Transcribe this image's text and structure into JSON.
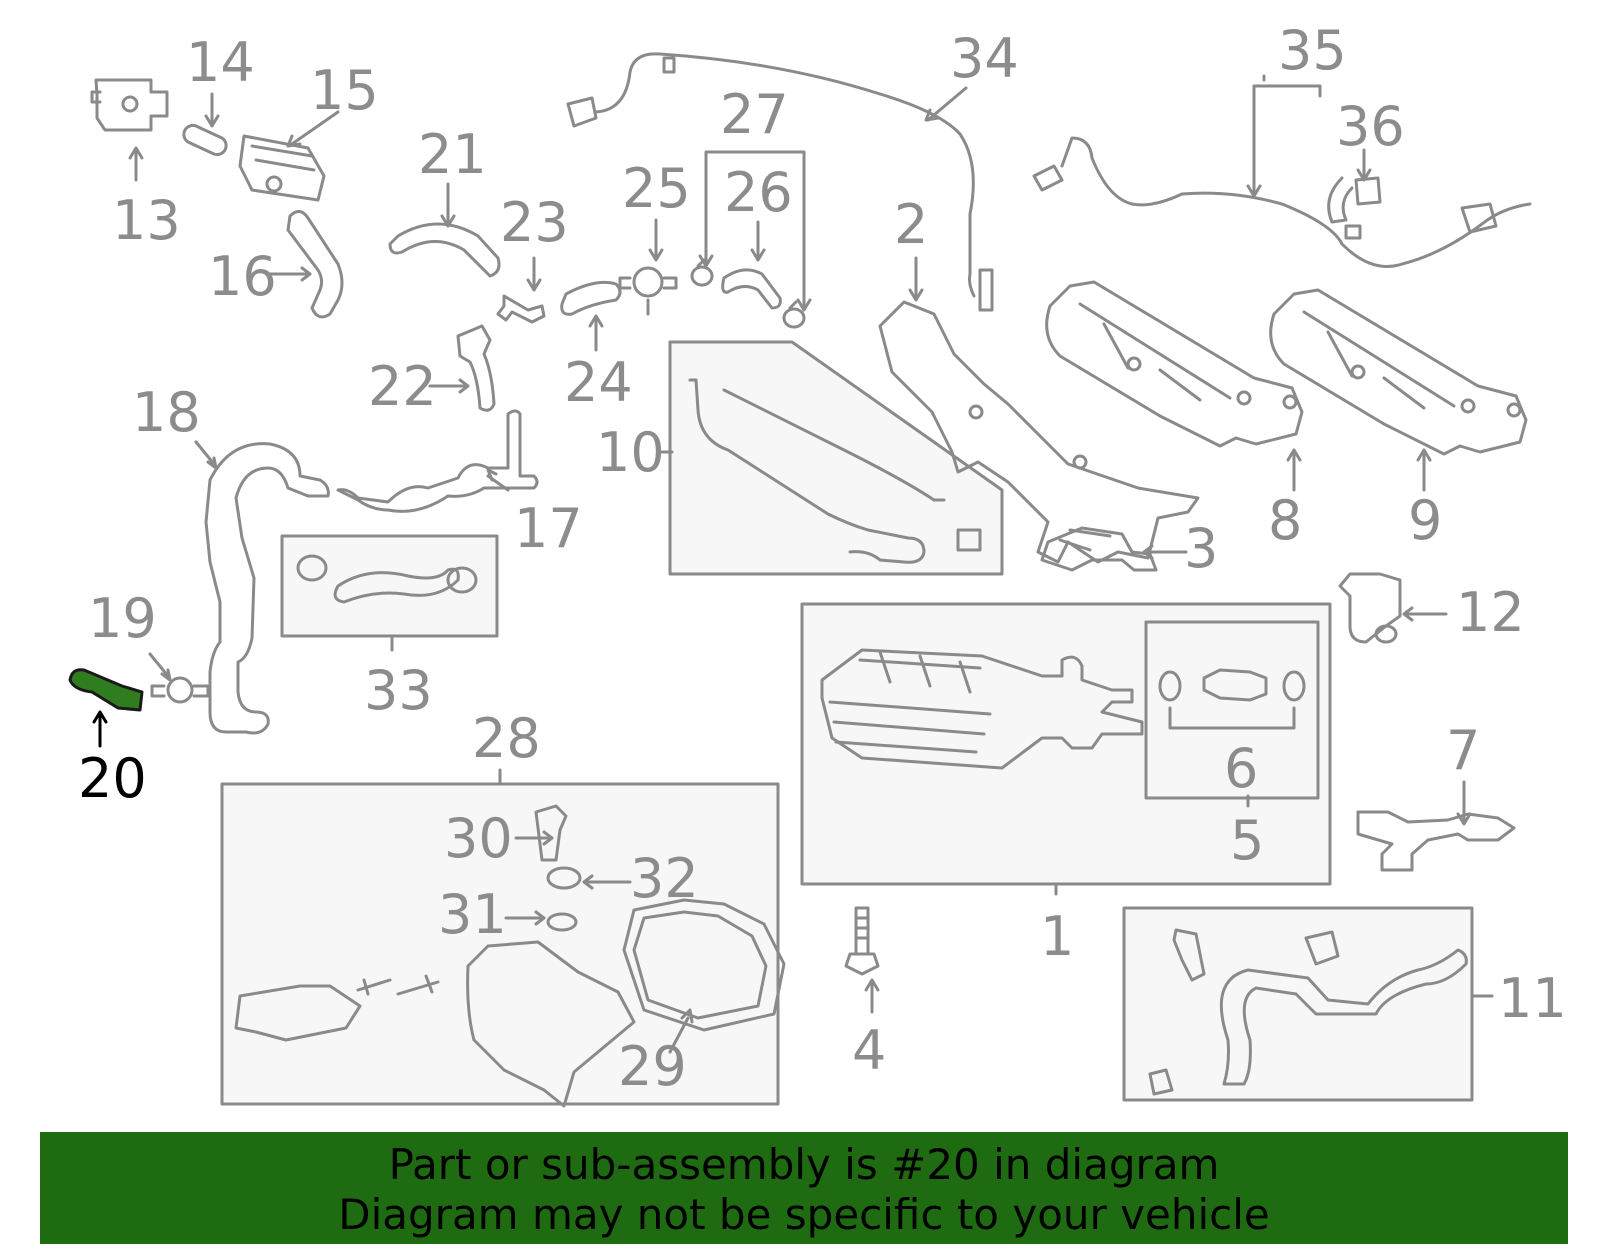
{
  "diagram": {
    "highlighted_part": "20",
    "colors": {
      "line": "#8a8a8a",
      "box_fill": "#f7f7f7",
      "highlight_fill": "#2f7d1f",
      "highlight_text": "#000000",
      "banner_bg": "#1f6b12",
      "banner_text": "#000000"
    }
  },
  "callouts": {
    "c1": "1",
    "c2": "2",
    "c3": "3",
    "c4": "4",
    "c5": "5",
    "c6": "6",
    "c7": "7",
    "c8": "8",
    "c9": "9",
    "c10": "10",
    "c11": "11",
    "c12": "12",
    "c13": "13",
    "c14": "14",
    "c15": "15",
    "c16": "16",
    "c17": "17",
    "c18": "18",
    "c19": "19",
    "c20": "20",
    "c21": "21",
    "c22": "22",
    "c23": "23",
    "c24": "24",
    "c25": "25",
    "c26": "26",
    "c27": "27",
    "c28": "28",
    "c29": "29",
    "c30": "30",
    "c31": "31",
    "c32": "32",
    "c33": "33",
    "c34": "34",
    "c35": "35",
    "c36": "36"
  },
  "banner": {
    "line1": "Part or sub-assembly is #20 in diagram",
    "line2": "Diagram may not be specific to your vehicle"
  }
}
